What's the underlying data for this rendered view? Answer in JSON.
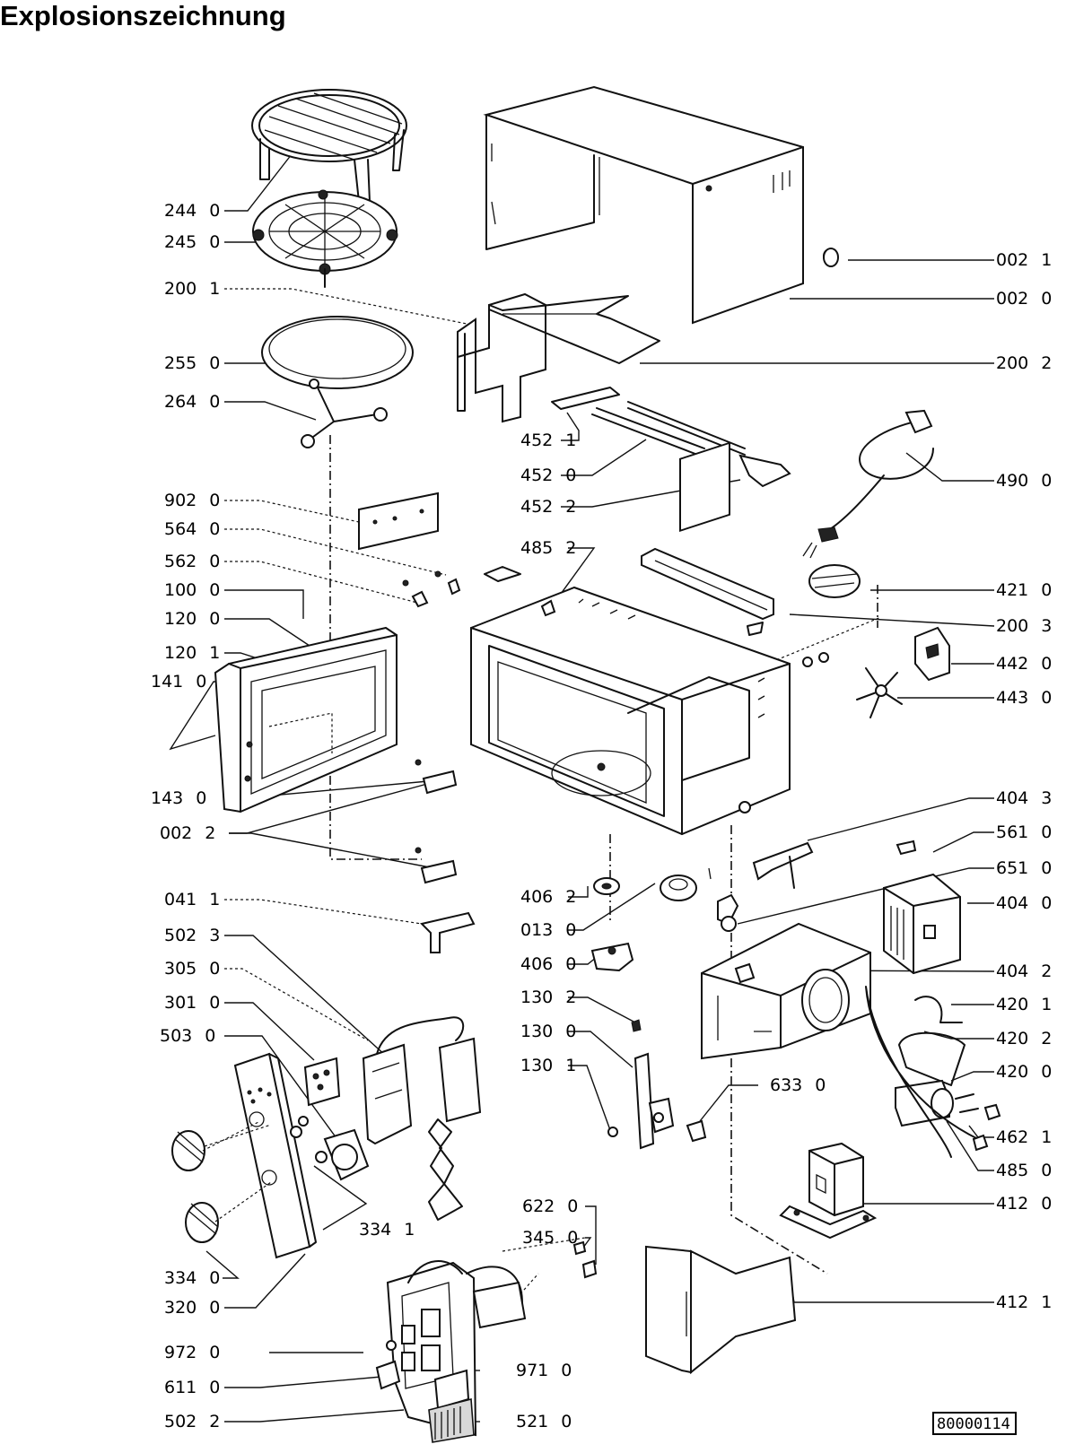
{
  "title": "Explosionszeichnung",
  "drawing_number": "80000114",
  "parts": [
    {
      "n": "244",
      "s": "0"
    },
    {
      "n": "245",
      "s": "0"
    },
    {
      "n": "200",
      "s": "1"
    },
    {
      "n": "255",
      "s": "0"
    },
    {
      "n": "264",
      "s": "0"
    },
    {
      "n": "902",
      "s": "0"
    },
    {
      "n": "564",
      "s": "0"
    },
    {
      "n": "562",
      "s": "0"
    },
    {
      "n": "100",
      "s": "0"
    },
    {
      "n": "120",
      "s": "0"
    },
    {
      "n": "120",
      "s": "1"
    },
    {
      "n": "141",
      "s": "0"
    },
    {
      "n": "143",
      "s": "0"
    },
    {
      "n": "002",
      "s": "2"
    },
    {
      "n": "041",
      "s": "1"
    },
    {
      "n": "502",
      "s": "3"
    },
    {
      "n": "305",
      "s": "0"
    },
    {
      "n": "301",
      "s": "0"
    },
    {
      "n": "503",
      "s": "0"
    },
    {
      "n": "334",
      "s": "1"
    },
    {
      "n": "334",
      "s": "0"
    },
    {
      "n": "320",
      "s": "0"
    },
    {
      "n": "972",
      "s": "0"
    },
    {
      "n": "611",
      "s": "0"
    },
    {
      "n": "502",
      "s": "2"
    },
    {
      "n": "002",
      "s": "1"
    },
    {
      "n": "002",
      "s": "0"
    },
    {
      "n": "200",
      "s": "2"
    },
    {
      "n": "452",
      "s": "1"
    },
    {
      "n": "452",
      "s": "0"
    },
    {
      "n": "452",
      "s": "2"
    },
    {
      "n": "490",
      "s": "0"
    },
    {
      "n": "485",
      "s": "2"
    },
    {
      "n": "421",
      "s": "0"
    },
    {
      "n": "200",
      "s": "3"
    },
    {
      "n": "442",
      "s": "0"
    },
    {
      "n": "443",
      "s": "0"
    },
    {
      "n": "404",
      "s": "3"
    },
    {
      "n": "561",
      "s": "0"
    },
    {
      "n": "651",
      "s": "0"
    },
    {
      "n": "406",
      "s": "2"
    },
    {
      "n": "013",
      "s": "0"
    },
    {
      "n": "404",
      "s": "0"
    },
    {
      "n": "406",
      "s": "0"
    },
    {
      "n": "404",
      "s": "2"
    },
    {
      "n": "130",
      "s": "2"
    },
    {
      "n": "420",
      "s": "1"
    },
    {
      "n": "130",
      "s": "0"
    },
    {
      "n": "420",
      "s": "2"
    },
    {
      "n": "130",
      "s": "1"
    },
    {
      "n": "633",
      "s": "0"
    },
    {
      "n": "420",
      "s": "0"
    },
    {
      "n": "462",
      "s": "1"
    },
    {
      "n": "485",
      "s": "0"
    },
    {
      "n": "412",
      "s": "0"
    },
    {
      "n": "622",
      "s": "0"
    },
    {
      "n": "345",
      "s": "0"
    },
    {
      "n": "971",
      "s": "0"
    },
    {
      "n": "521",
      "s": "0"
    },
    {
      "n": "412",
      "s": "1"
    }
  ]
}
